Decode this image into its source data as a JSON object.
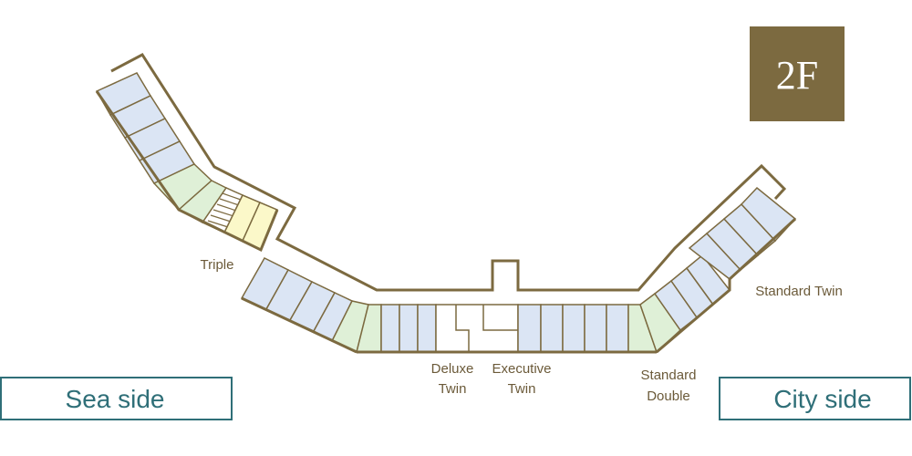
{
  "floor": {
    "label": "2F",
    "badge_color": "#7c6a40"
  },
  "sides": {
    "sea": "Sea side",
    "city": "City side",
    "box_color": "#2f6f78"
  },
  "room_labels": {
    "triple": "Triple",
    "standard_twin": "Standard Twin",
    "deluxe_twin": [
      "Deluxe",
      "Twin"
    ],
    "executive_twin": [
      "Executive",
      "Twin"
    ],
    "standard_double": [
      "Standard",
      "Double"
    ]
  },
  "colors": {
    "wall": "#7c6a40",
    "twin_room": "#dbe5f4",
    "double_room": "#dff0d7",
    "triple_room": "#fbf8c9",
    "room_divider": "#7c6a40"
  }
}
